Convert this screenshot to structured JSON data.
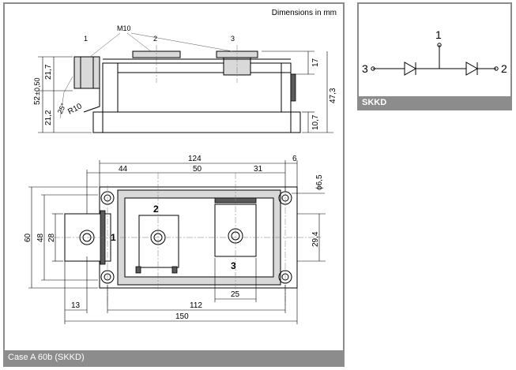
{
  "drawing": {
    "units_note": "Dimensions in mm",
    "caption": "Case A 60b (SKKD)",
    "side_view": {
      "thread_label": "M10",
      "terminal_1": "1",
      "terminal_2": "2",
      "terminal_3": "3",
      "dim_upper": "21,7",
      "dim_total": "52",
      "dim_total_tol": "±0,50",
      "dim_lower": "21,2",
      "angle": "25°",
      "radius": "R10",
      "dim_terminal_height": "17",
      "dim_overall_height": "47,3",
      "dim_base_height": "10,7"
    },
    "top_view": {
      "dim_terminal_span": "124",
      "dim_hole_offset": "6",
      "dim_pitch_1": "44",
      "dim_pitch_2": "50",
      "dim_pitch_3": "31",
      "hole_diameter": "ϕ6,5",
      "dim_width_outer": "60",
      "dim_width_inner": "48",
      "dim_terminal_width": "28",
      "dim_hole_spacing": "29,4",
      "terminal_1": "1",
      "terminal_2": "2",
      "terminal_3": "3",
      "dim_terminal_3_width": "25",
      "dim_left_offset": "13",
      "dim_mounting": "112",
      "dim_length": "150"
    }
  },
  "schematic": {
    "caption": "SKKD",
    "node_1": "1",
    "node_2": "2",
    "node_3": "3"
  }
}
